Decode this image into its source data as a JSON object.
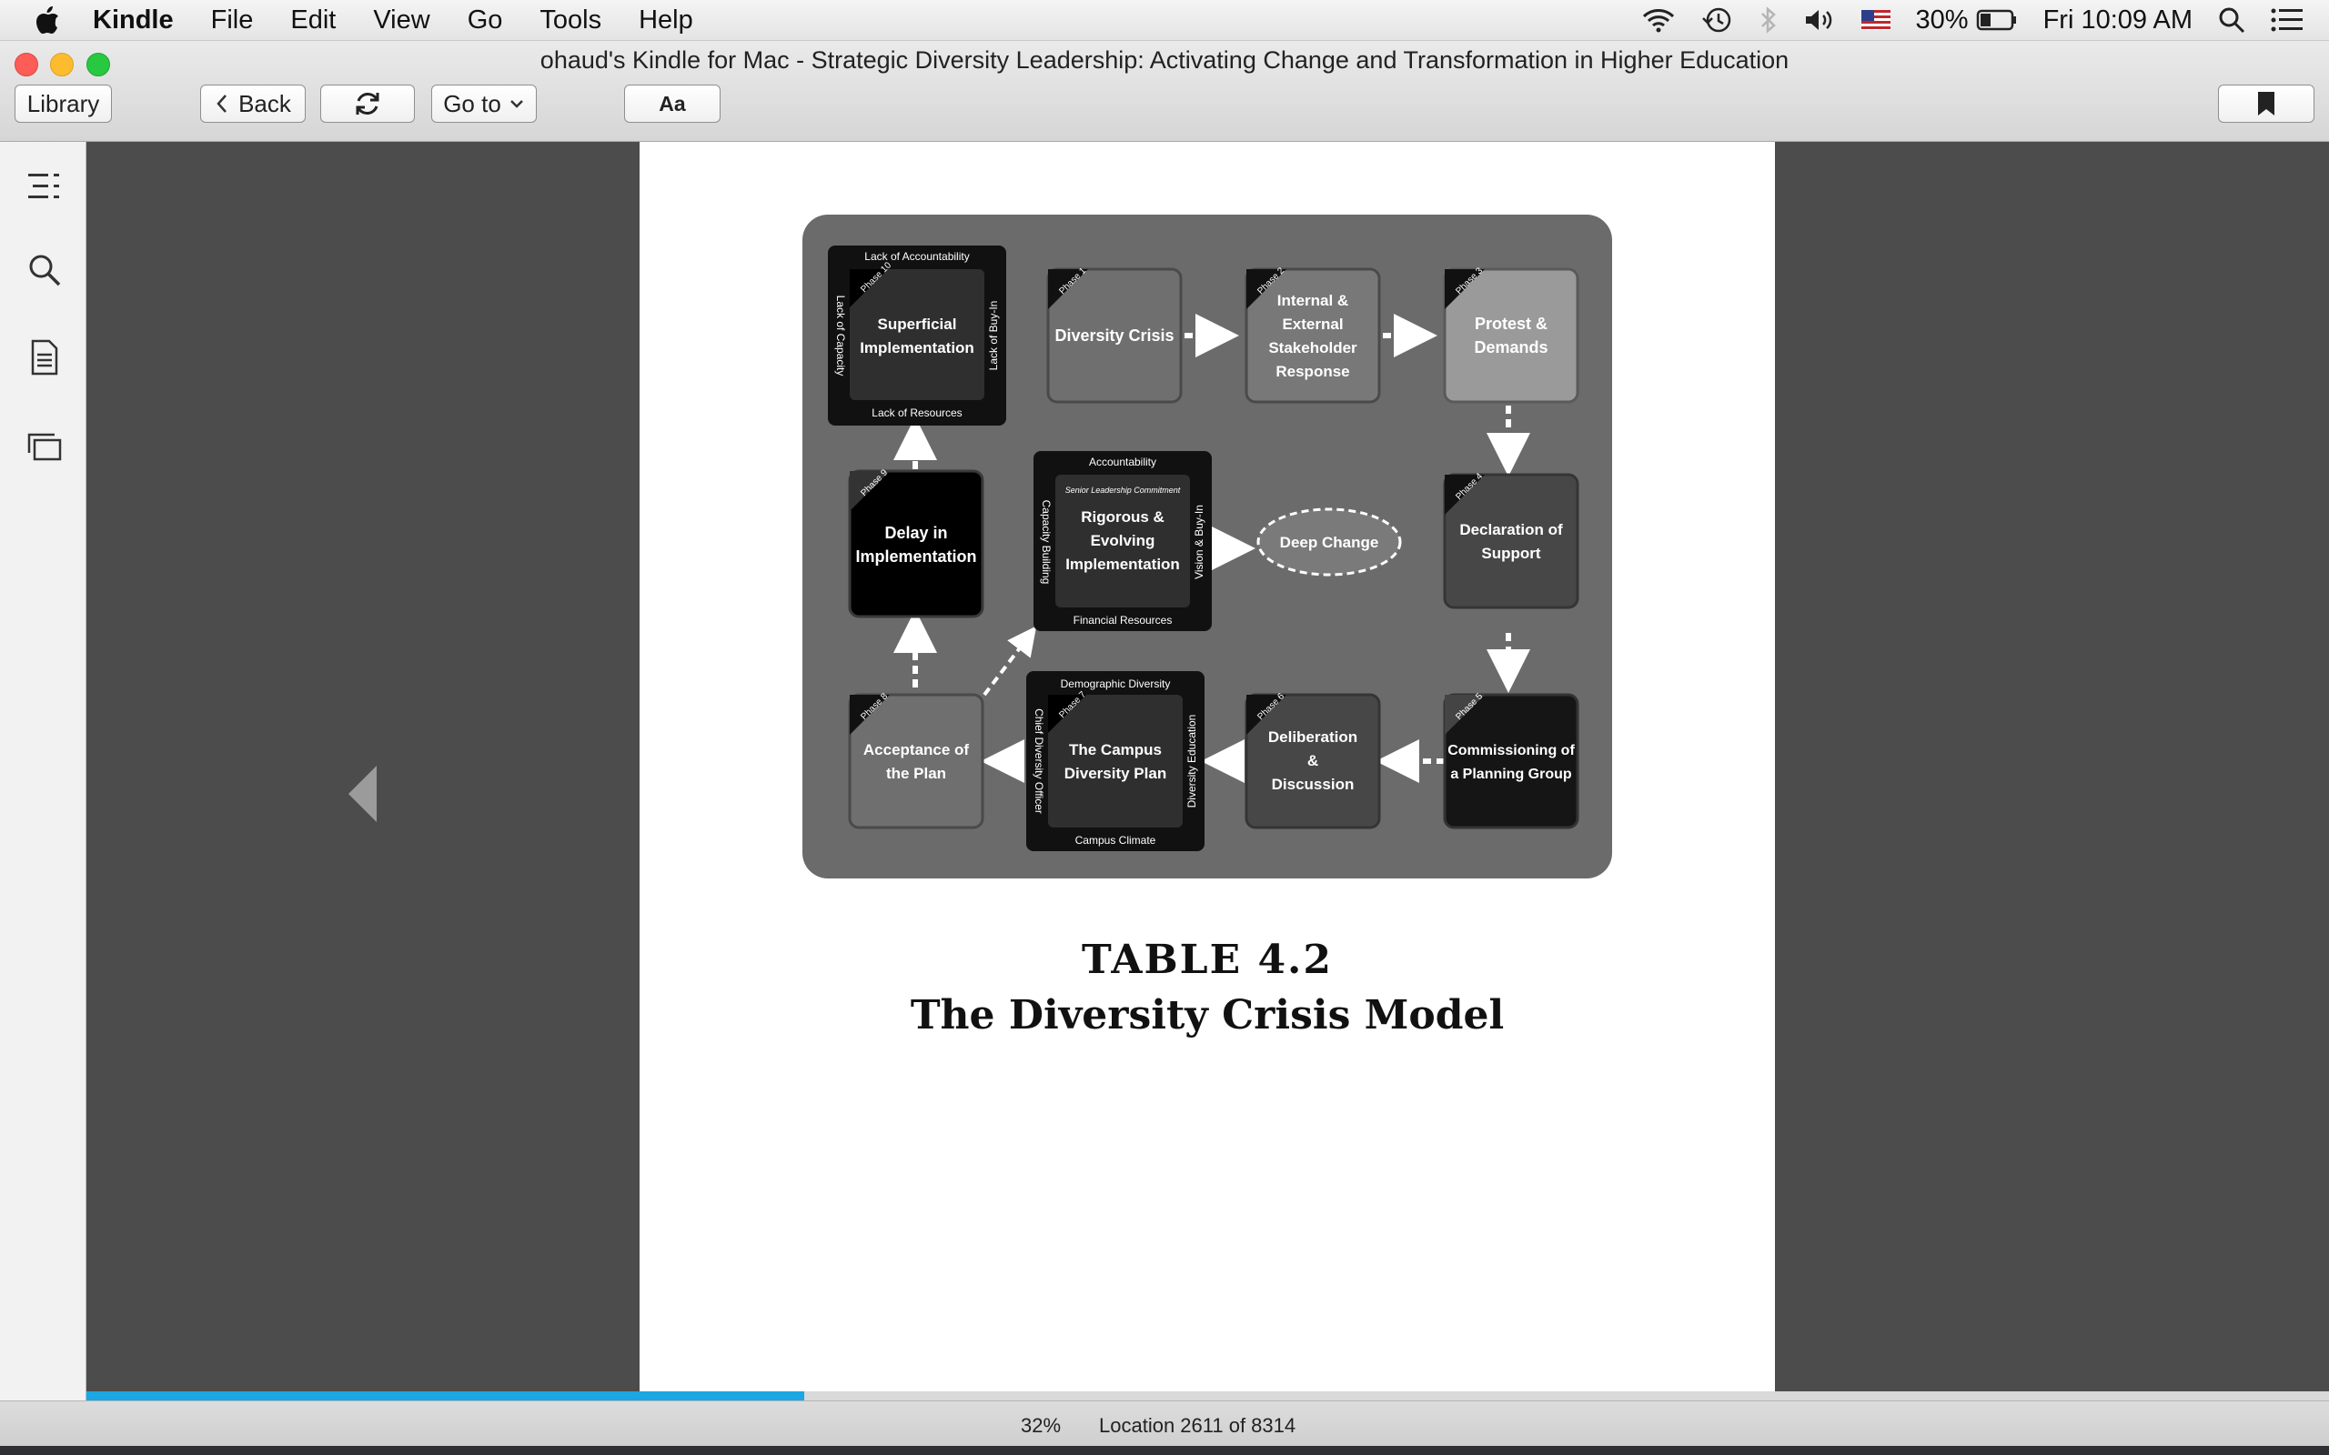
{
  "menubar": {
    "app_name": "Kindle",
    "items": [
      "File",
      "Edit",
      "View",
      "Go",
      "Tools",
      "Help"
    ],
    "battery": "30%",
    "clock": "Fri 10:09 AM"
  },
  "window": {
    "title": "ohaud's Kindle for Mac - Strategic Diversity Leadership: Activating Change and Transformation in Higher Education"
  },
  "toolbar": {
    "library": "Library",
    "back": "Back",
    "goto": "Go to",
    "font": "Aa"
  },
  "figure": {
    "boxes": {
      "p10": {
        "phase": "Phase 10",
        "title1": "Superficial",
        "title2": "Implementation",
        "top": "Lack of Accountability",
        "bottom": "Lack of Resources",
        "left": "Lack of Capacity",
        "right": "Lack of Buy-In"
      },
      "p1": {
        "phase": "Phase 1",
        "title1": "Diversity Crisis"
      },
      "p2": {
        "phase": "Phase 2",
        "title1": "Internal &",
        "title2": "External",
        "title3": "Stakeholder",
        "title4": "Response"
      },
      "p3": {
        "phase": "Phase 3",
        "title1": "Protest &",
        "title2": "Demands"
      },
      "p9": {
        "phase": "Phase 9",
        "title1": "Delay in",
        "title2": "Implementation"
      },
      "center": {
        "top": "Accountability",
        "subtitle": "Senior Leadership Commitment",
        "title1": "Rigorous &",
        "title2": "Evolving",
        "title3": "Implementation",
        "bottom": "Financial Resources",
        "left": "Capacity Building",
        "right": "Vision & Buy-In"
      },
      "deep": {
        "title1": "Deep Change"
      },
      "p4": {
        "phase": "Phase 4",
        "title1": "Declaration of",
        "title2": "Support"
      },
      "p8": {
        "phase": "Phase 8",
        "title1": "Acceptance of",
        "title2": "the Plan"
      },
      "p7": {
        "phase": "Phase 7",
        "title1": "The Campus",
        "title2": "Diversity Plan",
        "top": "Demographic Diversity",
        "bottom": "Campus Climate",
        "left": "Chief Diversity Officer",
        "right": "Diversity Education"
      },
      "p6": {
        "phase": "Phase 6",
        "title1": "Deliberation",
        "title2": "&",
        "title3": "Discussion"
      },
      "p5": {
        "phase": "Phase 5",
        "title1": "Commissioning of",
        "title2": "a Planning Group"
      }
    }
  },
  "caption": {
    "line1": "TABLE 4.2",
    "line2": "The Diversity Crisis Model"
  },
  "footer": {
    "percent": "32%",
    "location": "Location 2611 of 8314",
    "progress": 0.32
  }
}
